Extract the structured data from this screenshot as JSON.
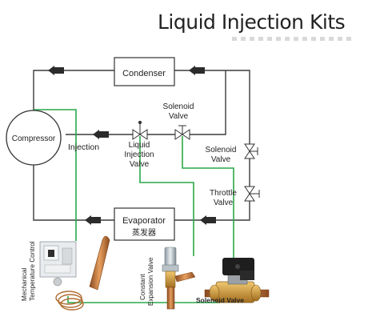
{
  "title": "Liquid Injection Kits",
  "colors": {
    "pipe": "#3c3c3c",
    "control_line": "#2aa84a",
    "copper": "#c87a3a",
    "brass": "#c8963a",
    "box_border": "#333333"
  },
  "components": {
    "condenser": "Condenser",
    "compressor": "Compressor",
    "evaporator": "Evaporator",
    "evaporator_cn": "蒸发器",
    "injection": "Injection",
    "liquid_injection_valve": [
      "Liquid",
      "Injection",
      "Valve"
    ],
    "solenoid_valve_top": [
      "Solenoid",
      "Valve"
    ],
    "solenoid_valve_right": [
      "Solenoid",
      "Valve"
    ],
    "throttle_valve": [
      "Throttle",
      "Valve"
    ]
  },
  "photos": {
    "mechanical_temp_control": [
      "Mechanical",
      "Temperature Control"
    ],
    "constant_expansion_valve": [
      "Constant",
      "Expansion Valve"
    ],
    "solenoid_valve": "Solenoid Valve"
  },
  "icons": {
    "arrow": "filter-drier-arrow-icon",
    "valve": "bowtie-valve-icon"
  }
}
